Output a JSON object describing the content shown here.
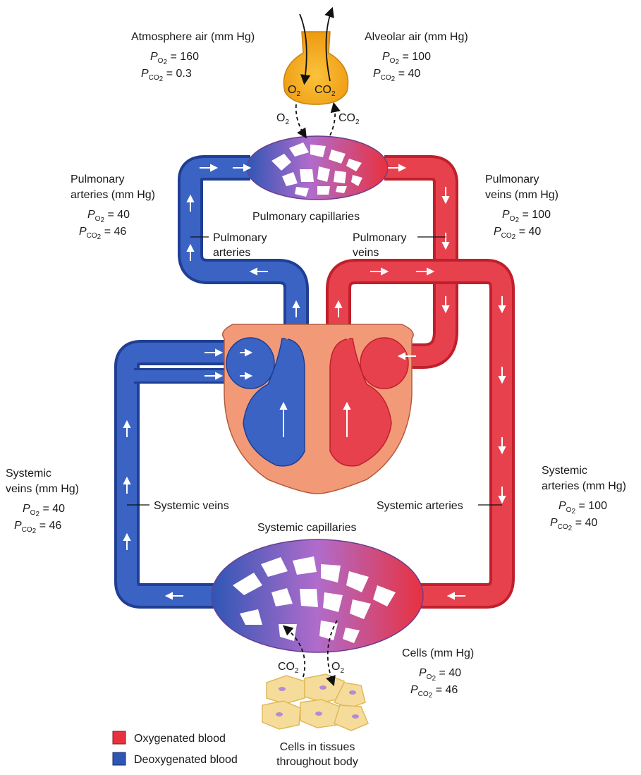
{
  "colors": {
    "oxygenated": "#e8313f",
    "deoxygenated": "#2f56b5",
    "mixed": "#a66ac4",
    "heart_tissue": "#f29a78",
    "alveolus": "#f4a818",
    "cells": "#f6dc9a"
  },
  "atmosphere": {
    "title": "Atmosphere air (mm Hg)",
    "po2": "160",
    "pco2": "0.3"
  },
  "alveolar": {
    "title": "Alveolar air (mm Hg)",
    "po2": "100",
    "pco2": "40"
  },
  "alveolus": {
    "o2": "O2",
    "co2": "CO2"
  },
  "exchange_top": {
    "o2": "O2",
    "co2": "CO2"
  },
  "exchange_bottom": {
    "co2": "CO2",
    "o2": "O2"
  },
  "pulmonary_arteries_values": {
    "title_line1": "Pulmonary",
    "title_line2": "arteries (mm Hg)",
    "po2": "40",
    "pco2": "46"
  },
  "pulmonary_veins_values": {
    "title_line1": "Pulmonary",
    "title_line2": "veins (mm Hg)",
    "po2": "100",
    "pco2": "40"
  },
  "systemic_veins_values": {
    "title_line1": "Systemic",
    "title_line2": "veins (mm Hg)",
    "po2": "40",
    "pco2": "46"
  },
  "systemic_arteries_values": {
    "title_line1": "Systemic",
    "title_line2": "arteries (mm Hg)",
    "po2": "100",
    "pco2": "40"
  },
  "cells_values": {
    "title": "Cells (mm Hg)",
    "po2": "40",
    "pco2": "46"
  },
  "labels": {
    "pulmonary_capillaries": "Pulmonary capillaries",
    "pulmonary_arteries_line1": "Pulmonary",
    "pulmonary_arteries_line2": "arteries",
    "pulmonary_veins_line1": "Pulmonary",
    "pulmonary_veins_line2": "veins",
    "systemic_veins": "Systemic veins",
    "systemic_arteries": "Systemic arteries",
    "systemic_capillaries": "Systemic capillaries",
    "cells_line1": "Cells in tissues",
    "cells_line2": "throughout body"
  },
  "symbols": {
    "p": "P",
    "o2_sub": "O",
    "co2_sub": "CO",
    "two": "2",
    "eq": "="
  },
  "legend": [
    {
      "label": "Oxygenated blood",
      "color": "#e8313f"
    },
    {
      "label": "Deoxygenated blood",
      "color": "#2f56b5"
    }
  ]
}
